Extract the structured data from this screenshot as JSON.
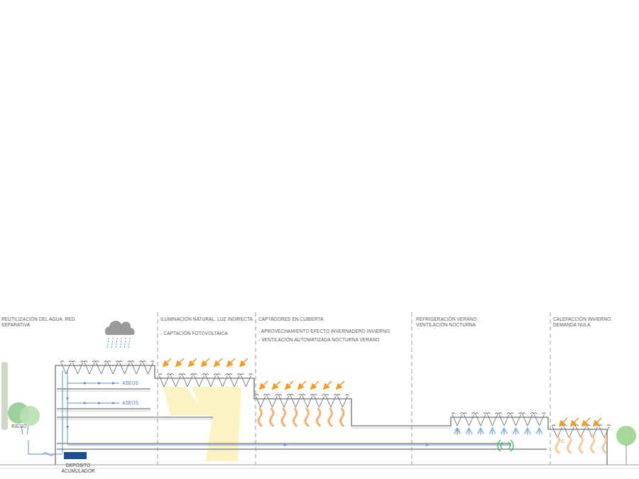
{
  "diagram": {
    "labels": [
      "REUTILIZACIÓN DEL AGUA. RED SEPARATIVA",
      "ILUMINACIÓN NATURAL. LUZ INDIRECTA",
      "- CAPTACIÓN FOTOVOLTAICA",
      "CAPTADORES EN CUBIERTA.",
      "- APROVECHAMIENTO EFECTO INVERNADERO INVIERNO",
      "- VENTILACIÓN AUTOMATIZADA NOCTURNA VERANO",
      "REFRIGERACIÓN VERANO. VENTILACIÓN NOCTURNA",
      "CALEFACCIÓN INVIERNO. DEMANDA NULA",
      "ASEOS",
      "ASEOS",
      "RIEGO",
      "DEPÓSITO ACUMULADOR",
      "ºC",
      "ºC"
    ]
  }
}
